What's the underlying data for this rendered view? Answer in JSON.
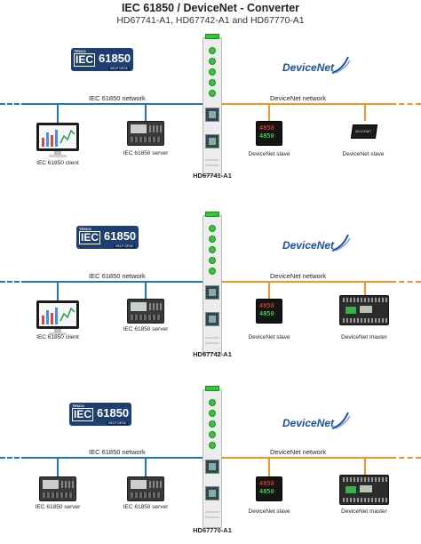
{
  "header": {
    "title": "IEC 61850 / DeviceNet - Converter",
    "subtitle": "HD67741-A1, HD67742-A1 and HD67770-A1"
  },
  "logos": {
    "iec_tesco": "TESCO",
    "iec_text": "IEC",
    "iec_number": "61850",
    "iec_helpdesk": "HELP DESK",
    "devicenet": "DeviceNet",
    "slave_box_tag": "DEVICENET"
  },
  "colors": {
    "iec_network": "#1f77c0",
    "devicenet_network": "#f0952a",
    "module_cap": "#35c43a"
  },
  "panels": [
    {
      "model": "HD67741-A1",
      "left_network": "IEC 61850 network",
      "right_network": "DeviceNet network",
      "left_devices": [
        "IEC 61850 client",
        "IEC 61850 server"
      ],
      "right_devices": [
        "DeviceNet slave",
        "DeviceNet slave"
      ]
    },
    {
      "model": "HD67742-A1",
      "left_network": "IEC 61850 network",
      "right_network": "DeviceNet network",
      "left_devices": [
        "IEC 61850 client",
        "IEC 61850 server"
      ],
      "right_devices": [
        "DeviceNet slave",
        "DeviceNet master"
      ]
    },
    {
      "model": "HD67770-A1",
      "left_network": "IEC 61850 network",
      "right_network": "DeviceNet network",
      "left_devices": [
        "IEC 61850 server",
        "IEC 61850 server"
      ],
      "right_devices": [
        "DeviceNet slave",
        "DeviceNet master"
      ]
    }
  ],
  "slave_display": {
    "top": "4850",
    "bottom": "4850"
  }
}
